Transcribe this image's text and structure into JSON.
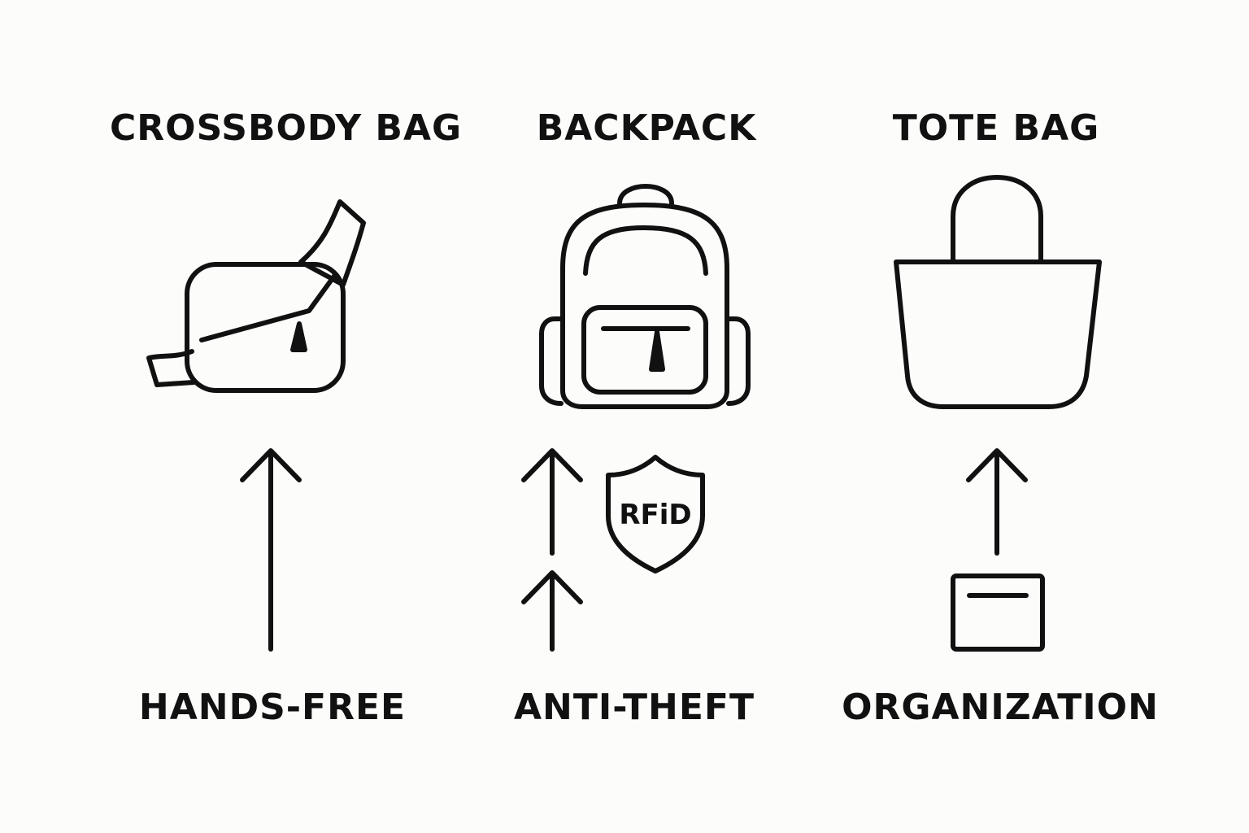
{
  "columns": [
    {
      "title": "CROSSBODY BAG",
      "feature": "HANDS-FREE"
    },
    {
      "title": "BACKPACK",
      "feature": "ANTI-THEFT"
    },
    {
      "title": "TOTE BAG",
      "feature": "ORGANIZATION"
    }
  ],
  "badges": {
    "rfid": "RFiD"
  },
  "icons": [
    "crossbody-bag-icon",
    "backpack-icon",
    "tote-bag-icon",
    "arrow-up-icon",
    "double-arrow-up-icon",
    "rfid-shield-icon",
    "organizer-pouch-icon"
  ],
  "colors": {
    "stroke": "#111111",
    "background": "#fcfcfa"
  }
}
